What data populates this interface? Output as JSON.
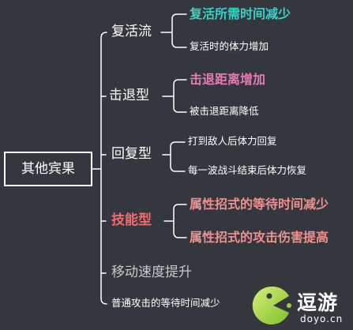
{
  "mindmap": {
    "root": "其他宾果",
    "branches": [
      {
        "label": "复活流",
        "color": "#ffffff",
        "leaves": [
          {
            "text": "复活所需时间减少",
            "color": "#36d1c4",
            "big": true
          },
          {
            "text": "复活时的体力增加",
            "color": "#ffffff",
            "big": false
          }
        ]
      },
      {
        "label": "击退型",
        "color": "#ffffff",
        "leaves": [
          {
            "text": "击退距离增加",
            "color": "#e779b4",
            "big": true
          },
          {
            "text": "被击退距离降低",
            "color": "#ffffff",
            "big": false
          }
        ]
      },
      {
        "label": "回复型",
        "color": "#ffffff",
        "leaves": [
          {
            "text": "打到敌人后体力回复",
            "color": "#ffffff",
            "big": false
          },
          {
            "text": "每一波战斗结束后体力恢复",
            "color": "#ffffff",
            "big": false
          }
        ]
      },
      {
        "label": "技能型",
        "color": "#f26b6b",
        "leaves": [
          {
            "text": "属性招式的等待时间减少",
            "color": "#f08f8f",
            "big": true
          },
          {
            "text": "属性招式的攻击伤害提高",
            "color": "#f08f8f",
            "big": true
          }
        ]
      },
      {
        "label": "移动速度提升",
        "color": "#c8c8c8",
        "leaves": []
      },
      {
        "label": "普通攻击的等待时间减少",
        "color": "#ffffff",
        "leaves": []
      }
    ]
  },
  "watermark": {
    "name": "逗游",
    "site": "doyo.cn"
  },
  "colors": {
    "background": "#35373f",
    "line": "#ffffff"
  }
}
